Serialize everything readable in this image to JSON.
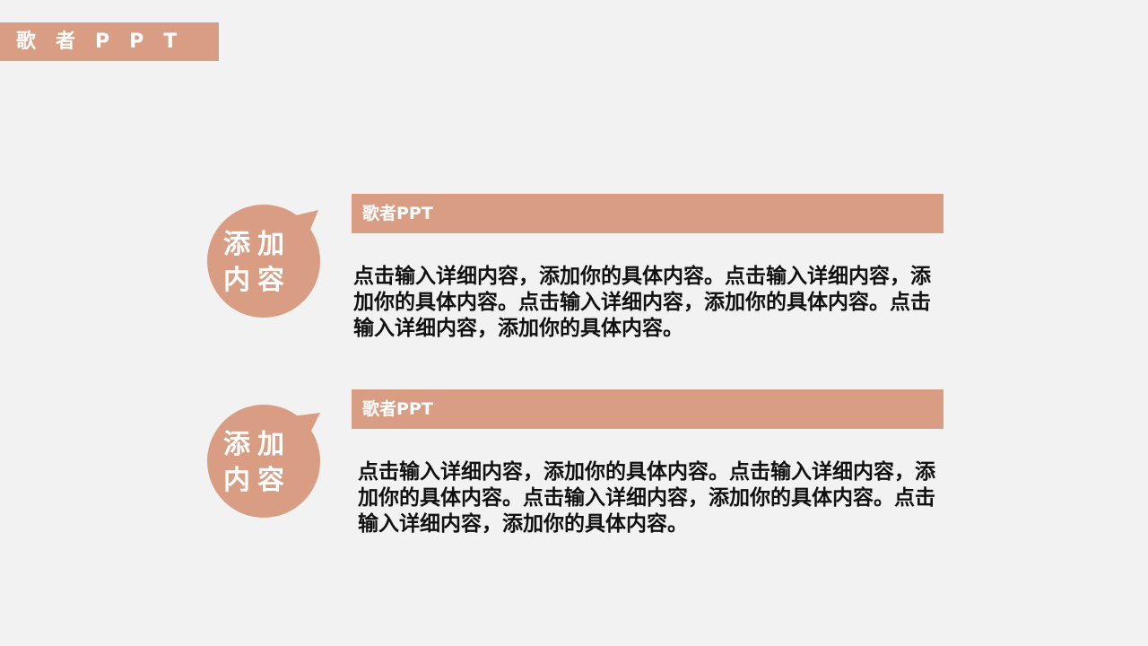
{
  "header": {
    "label": "歌者PPT"
  },
  "colors": {
    "accent": "#d99d83",
    "background": "#f2f2f2",
    "text": "#111111"
  },
  "items": [
    {
      "bubble_text": "添加内容",
      "title": "歌者PPT",
      "body": "点击输入详细内容，添加你的具体内容。点击输入详细内容，添加你的具体内容。点击输入详细内容，添加你的具体内容。点击输入详细内容，添加你的具体内容。"
    },
    {
      "bubble_text": "添加内容",
      "title": "歌者PPT",
      "body": "点击输入详细内容，添加你的具体内容。点击输入详细内容，添加你的具体内容。点击输入详细内容，添加你的具体内容。点击输入详细内容，添加你的具体内容。"
    }
  ]
}
